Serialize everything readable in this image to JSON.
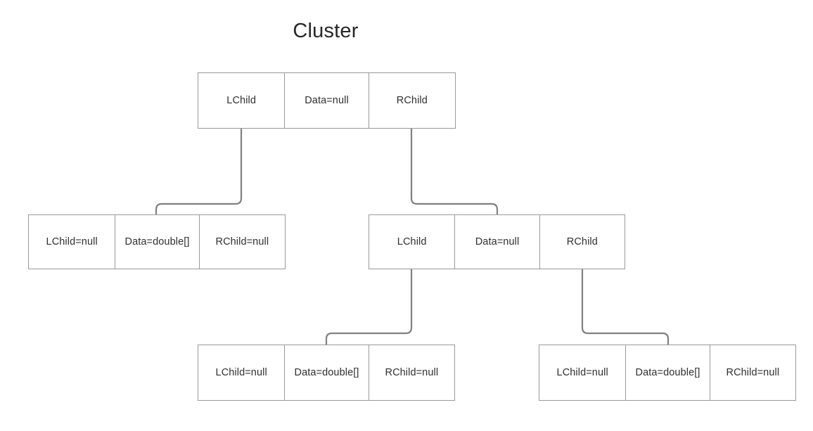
{
  "diagram": {
    "title": "Cluster",
    "type": "binary-tree-node-diagram",
    "line_color": "#808080",
    "border_color": "#9a9a9a",
    "text_color": "#2f2f2f",
    "background": "#ffffff"
  },
  "nodes": [
    {
      "id": "root",
      "role": "root-node",
      "cells": [
        "LChild",
        "Data=null",
        "RChild"
      ]
    },
    {
      "id": "leaf-left",
      "role": "leaf-node",
      "cells": [
        "LChild=null",
        "Data=double[]",
        "RChild=null"
      ]
    },
    {
      "id": "internal-right",
      "role": "internal-node",
      "cells": [
        "LChild",
        "Data=null",
        "RChild"
      ]
    },
    {
      "id": "leaf-mid",
      "role": "leaf-node",
      "cells": [
        "LChild=null",
        "Data=double[]",
        "RChild=null"
      ]
    },
    {
      "id": "leaf-right",
      "role": "leaf-node",
      "cells": [
        "LChild=null",
        "Data=double[]",
        "RChild=null"
      ]
    }
  ],
  "edges": [
    {
      "id": "edge-root-lchild",
      "from": "root.LChild",
      "to": "leaf-left"
    },
    {
      "id": "edge-root-rchild",
      "from": "root.RChild",
      "to": "internal-right"
    },
    {
      "id": "edge-internal-lchild",
      "from": "internal-right.LChild",
      "to": "leaf-mid"
    },
    {
      "id": "edge-internal-rchild",
      "from": "internal-right.RChild",
      "to": "leaf-right"
    }
  ]
}
